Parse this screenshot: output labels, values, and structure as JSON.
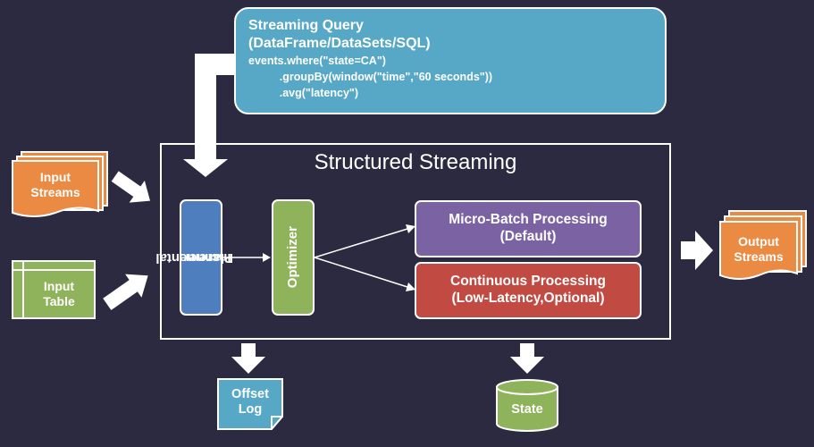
{
  "query": {
    "title": "Streaming Query",
    "subtitle": "(DataFrame/DataSets/SQL)",
    "code_lines": [
      "events.where(\"state=CA\")",
      "          .groupBy(window(\"time\",\"60 seconds\"))",
      "          .avg(\"latency\")"
    ]
  },
  "engine": {
    "title": "Structured Streaming"
  },
  "inputs": {
    "streams_line1": "Input",
    "streams_line2": "Streams",
    "table_line1": "Input",
    "table_line2": "Table"
  },
  "planner": {
    "line1": "Incremental",
    "line2": "Planner"
  },
  "optimizer": {
    "label": "Optimizer"
  },
  "micro_batch": {
    "line1": "Micro-Batch Processing",
    "line2": "(Default)"
  },
  "continuous": {
    "line1": "Continuous Processing",
    "line2": "(Low-Latency,Optional)"
  },
  "output": {
    "line1": "Output",
    "line2": "Streams"
  },
  "offset_log": {
    "line1": "Offset",
    "line2": "Log"
  },
  "state": {
    "label": "State"
  },
  "colors": {
    "background": "#2b2a40",
    "query": "#57a8c6",
    "planner": "#4f7ebe",
    "optimizer": "#8fb35a",
    "micro_batch": "#7b63a3",
    "continuous": "#c14b42",
    "input": "#eb8a43",
    "table": "#8fb35a",
    "offset": "#57a8c6",
    "state": "#8fb35a"
  }
}
